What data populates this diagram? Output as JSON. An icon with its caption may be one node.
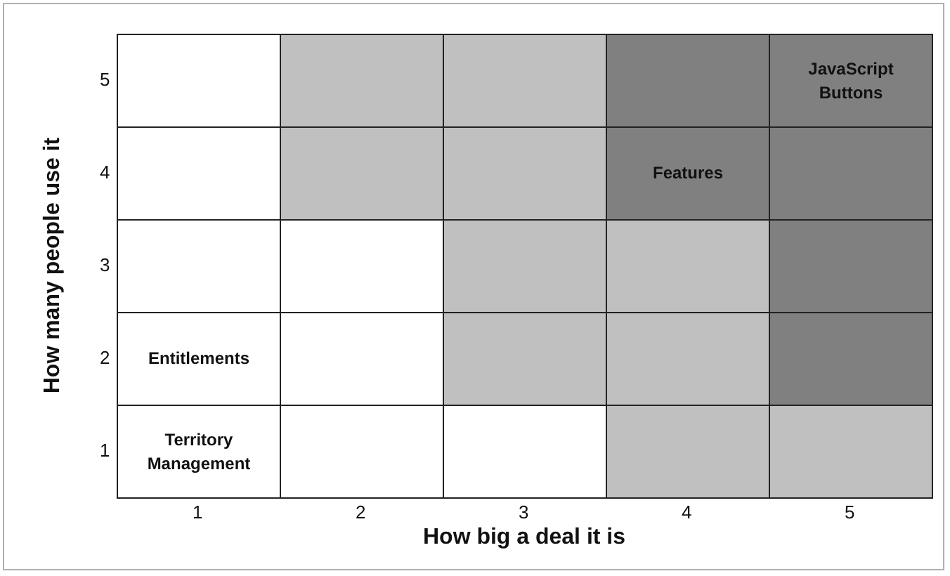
{
  "diagram": {
    "labels": [
      "How many people use it",
      "5",
      "JavaScript Buttons",
      "4",
      "Features",
      "3",
      "2",
      "Entitlements",
      "1",
      "Territory Management",
      "1",
      "2",
      "3",
      "4",
      "5",
      "How big a deal it is"
    ]
  }
}
